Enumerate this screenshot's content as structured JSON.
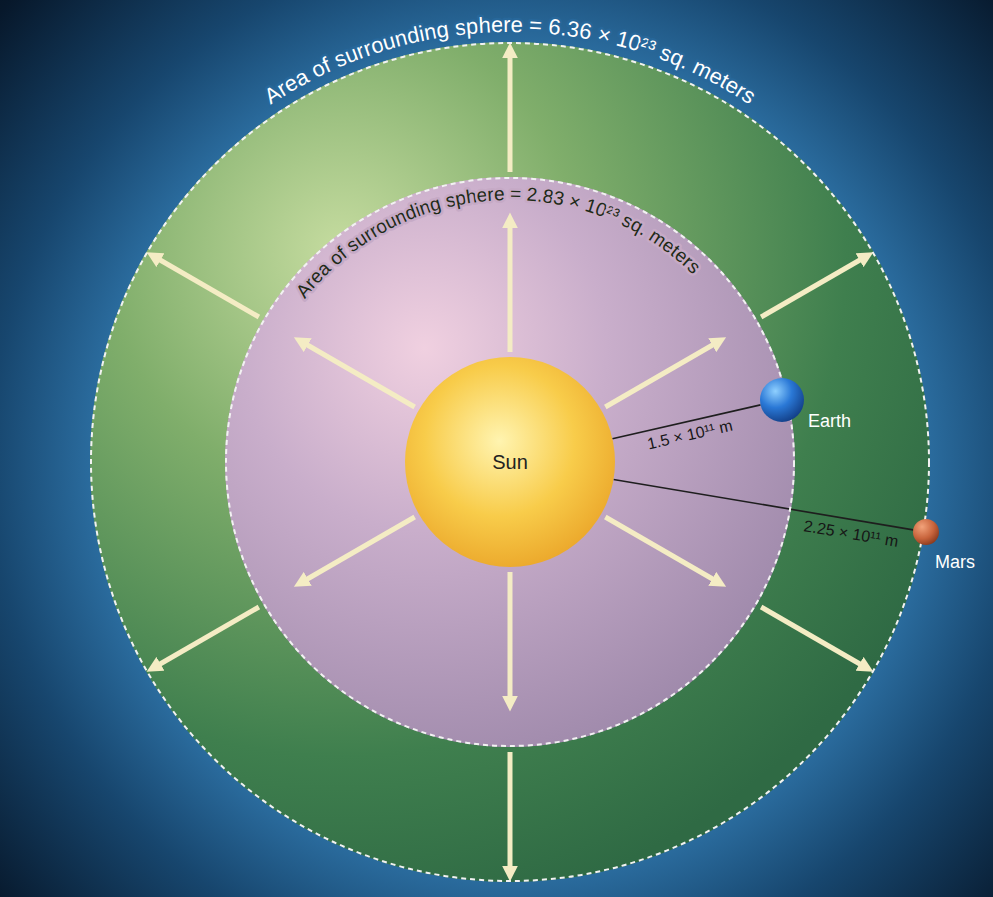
{
  "diagram": {
    "nodes": [
      {
        "text": [
          "Area of surrounding sphere = 6.36 × 10²³ sq. meters"
        ]
      },
      {
        "text": [
          "Area of surrounding sphere = 2.83 × 10²³ sq. meters"
        ],
        "in": 0
      },
      {
        "text": [
          "Sun"
        ],
        "in": 1
      },
      {
        "text": [
          "Earth"
        ],
        "in": 0
      },
      {
        "text": [
          "Mars"
        ]
      }
    ],
    "edges": [
      {
        "from": 2,
        "to": 3,
        "arrow": "none",
        "label": "1.5 × 10¹¹ m"
      },
      {
        "from": 2,
        "to": 4,
        "arrow": "none",
        "label": "2.25 × 10¹¹ m"
      }
    ]
  }
}
